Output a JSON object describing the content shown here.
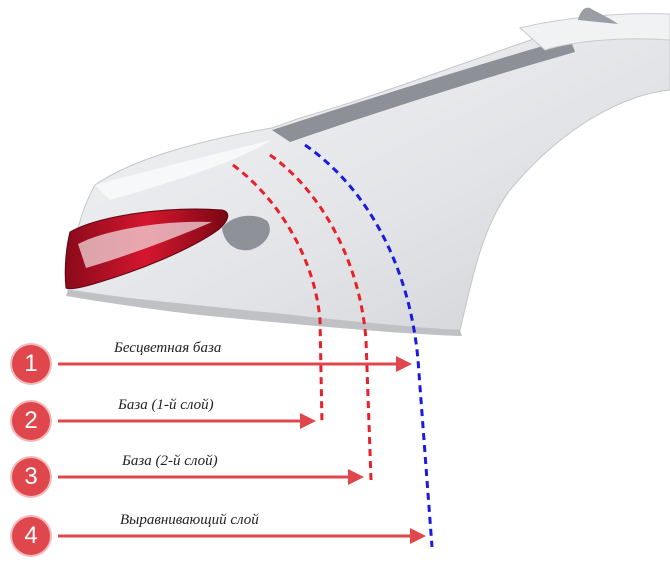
{
  "colors": {
    "badge": "#e0474c",
    "arrow": "#e0474c",
    "red_dash": "#e8202a",
    "blue_dash": "#1a1ae0",
    "car_body": "#e6e7ea",
    "tail_light": "#c8102e"
  },
  "steps": [
    {
      "number": "1",
      "label": "Бесцветная база",
      "line_color": "blue"
    },
    {
      "number": "2",
      "label": "База (1-й слой)",
      "line_color": "red"
    },
    {
      "number": "3",
      "label": "База (2-й слой)",
      "line_color": "red"
    },
    {
      "number": "4",
      "label": "Выравнивающий слой",
      "line_color": "blue"
    }
  ]
}
